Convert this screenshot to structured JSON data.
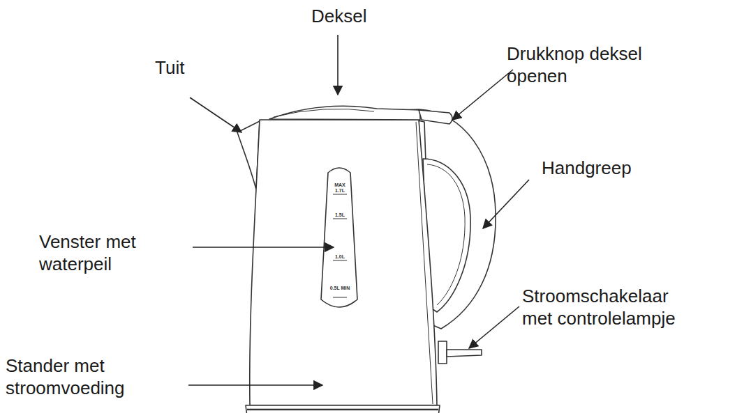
{
  "diagram": {
    "labels": [
      "Deksel",
      "Tuit",
      "Drukknop deksel openen",
      "Handgreep",
      "Venster met waterpeil",
      "Stroomschakelaar met controlelampje",
      "Stander met stroomvoeding",
      "MAX 1.7L",
      "1.5L",
      "1.0L",
      "0.5L MIN"
    ]
  }
}
